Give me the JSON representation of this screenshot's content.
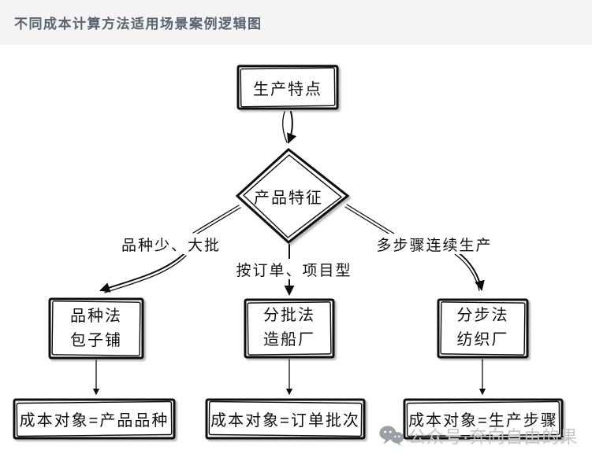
{
  "header": {
    "title": "不同成本计算方法适用场景案例逻辑图"
  },
  "flowchart": {
    "start_node": {
      "label": "生产特点"
    },
    "decision_node": {
      "label": "产品特征"
    },
    "branches": [
      {
        "condition": "品种少、大批",
        "method": "品种法",
        "example": "包子铺",
        "result": "成本对象=产品品种"
      },
      {
        "condition": "按订单、项目型",
        "method": "分批法",
        "example": "造船厂",
        "result": "成本对象=订单批次"
      },
      {
        "condition": "多步骤连续生产",
        "method": "分步法",
        "example": "纺织厂",
        "result": "成本对象=生产步骤"
      }
    ]
  },
  "watermark": {
    "icon": "wechat-icon",
    "text": "公众号·奔向自由的果"
  },
  "colors": {
    "header_bg": "#f4f4f5",
    "title_text": "#5a6370",
    "ink": "#0d0d0d",
    "canvas_bg": "#ffffff",
    "watermark_text": "#c2c5c9",
    "watermark_icon": "#9aa0a6"
  }
}
